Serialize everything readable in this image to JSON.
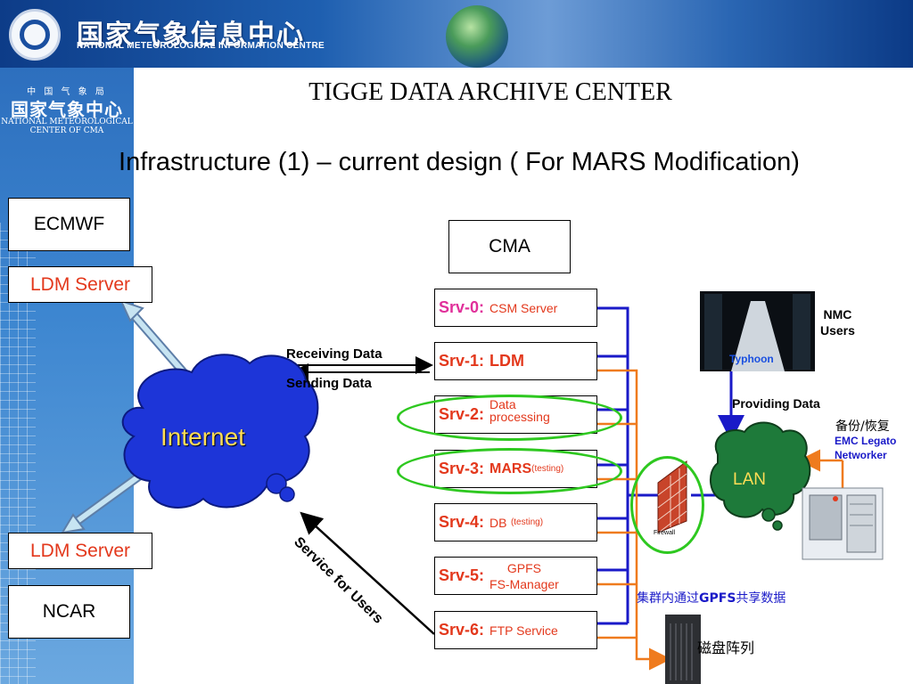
{
  "header": {
    "title_cn": "国家气象信息中心",
    "title_en": "NATIONAL METEOROLOGICAL INFORMATION CENTRE"
  },
  "sidebar": {
    "org_small": "中 国 气 象 局",
    "org_cn": "国家气象中心",
    "org_en_line1": "NATIONAL  METEOROLOGICAL",
    "org_en_line2": "CENTER  OF  CMA"
  },
  "slide": {
    "title": "TIGGE DATA ARCHIVE CENTER",
    "subtitle": "Infrastructure (1) – current design  ( For MARS Modification)"
  },
  "nodes": {
    "ecmwf": "ECMWF",
    "ldm_top": "LDM Server",
    "ldm_bottom": "LDM Server",
    "ncar": "NCAR",
    "cma": "CMA",
    "internet": "Internet",
    "lan": "LAN",
    "firewall": "Firewall",
    "typhoon": "Typhoon",
    "nmc_users_line1": "NMC",
    "nmc_users_line2": "Users"
  },
  "labels": {
    "receiving": "Receiving Data",
    "sending": "Sending Data",
    "providing": "Providing Data",
    "service_for_users": "Service for Users",
    "backup_cn": "备份/恢复",
    "emc_line1": "EMC Legato",
    "emc_line2": "Networker",
    "gpfs_prefix": "集群内通过",
    "gpfs_bold": "GPFS",
    "gpfs_suffix": "共享数据",
    "disk_array": "磁盘阵列"
  },
  "servers": [
    {
      "name": "Srv-0:",
      "desc": "CSM Server",
      "name_color": "#e0309a"
    },
    {
      "name": "Srv-1:",
      "desc": "LDM",
      "name_color": "#e3381c"
    },
    {
      "name": "Srv-2:",
      "desc_line1": "Data",
      "desc_line2": "processing",
      "name_color": "#e3381c"
    },
    {
      "name": "Srv-3:",
      "desc": "MARS",
      "note": "(testing)",
      "name_color": "#e3381c"
    },
    {
      "name": "Srv-4:",
      "desc": "DB",
      "note": "(testing)",
      "name_color": "#e3381c"
    },
    {
      "name": "Srv-5:",
      "desc_line1": "GPFS",
      "desc_line2": "FS-Manager",
      "name_color": "#e3381c"
    },
    {
      "name": "Srv-6:",
      "desc": "FTP Service",
      "name_color": "#e3381c"
    }
  ],
  "colors": {
    "accent_orange": "#e3381c",
    "link_blue": "#1a1ac8",
    "link_orange": "#ef7b1e",
    "highlight_green": "#2ec820",
    "internet_blue": "#1d35d8",
    "lan_green": "#1e7a3a"
  }
}
